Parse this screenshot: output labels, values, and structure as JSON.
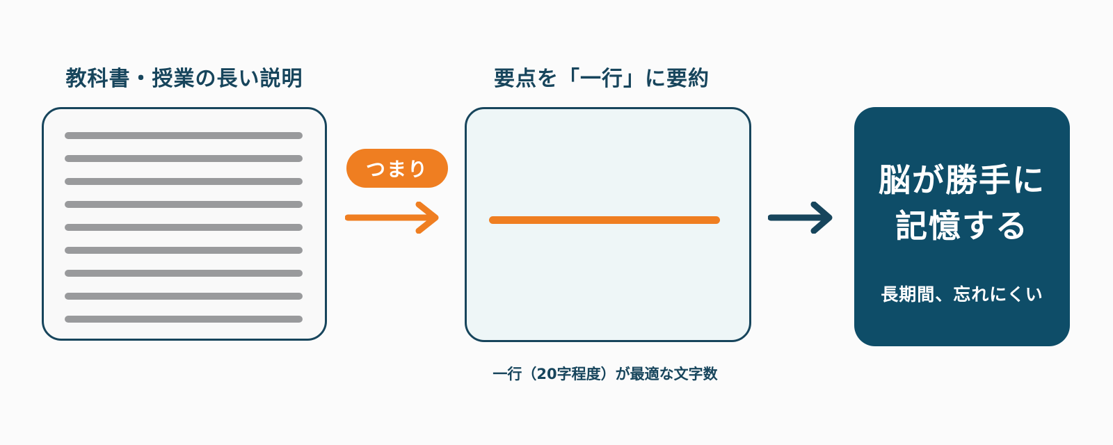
{
  "left_panel": {
    "heading": "教科書・授業の長い説明",
    "line_count": 9
  },
  "connector": {
    "badge_label": "つまり"
  },
  "middle_panel": {
    "heading": "要点を「一行」に要約",
    "caption": "一行（20字程度）が最適な文字数"
  },
  "right_panel": {
    "title_line1": "脳が勝手に",
    "title_line2": "記憶する",
    "subtitle": "長期間、忘れにくい"
  },
  "colors": {
    "navy": "#17455c",
    "panel_dark": "#0e4d68",
    "orange": "#ef7e21",
    "gray_line": "#999a9c",
    "mid_panel_bg": "#eef6f7"
  }
}
